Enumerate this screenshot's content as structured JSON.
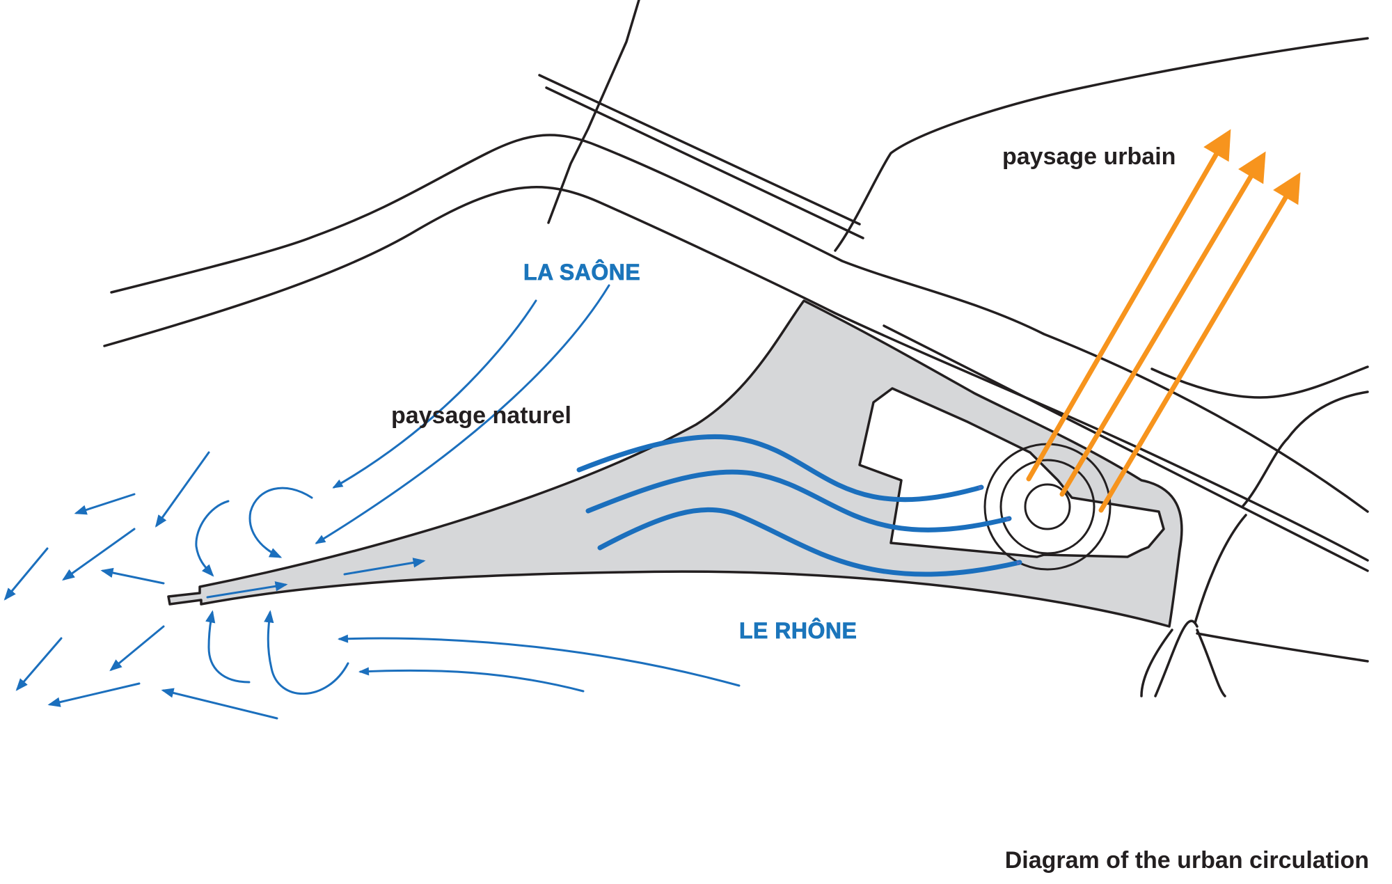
{
  "labels": {
    "saone": "LA SAÔNE",
    "rhone": "LE RHÔNE",
    "paysage_naturel": "paysage naturel",
    "paysage_urbain": "paysage urbain"
  },
  "caption": "Diagram of the urban circulation",
  "colors": {
    "water_flow": "#1b6fbd",
    "site_flow": "#1b6fbd",
    "arrowhead_site": "#4a6fc2",
    "urban_view": "#f7941d",
    "site_fill": "#d6d7d9",
    "linework": "#231f20"
  }
}
